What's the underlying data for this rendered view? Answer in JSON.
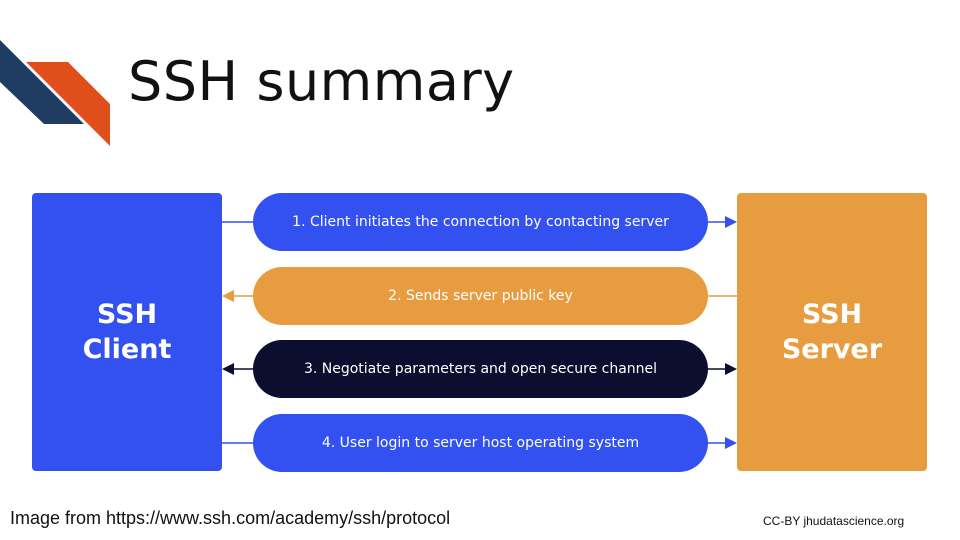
{
  "slide": {
    "title": "SSH summary",
    "caption": "Image from https://www.ssh.com/academy/ssh/protocol",
    "credit": "CC-BY jhudatascience.org"
  },
  "diagram": {
    "client": {
      "line1": "SSH",
      "line2": "Client"
    },
    "server": {
      "line1": "SSH",
      "line2": "Server"
    },
    "steps": [
      "1. Client initiates the connection by contacting server",
      "2. Sends server public key",
      "3. Negotiate parameters and open secure channel",
      "4. User login to server host operating system"
    ]
  },
  "colors": {
    "blue": "#3350f0",
    "orange": "#e89c40",
    "navy": "#0b0e2e",
    "logo_dark": "#1f3d63",
    "logo_orange": "#e04e1c"
  }
}
